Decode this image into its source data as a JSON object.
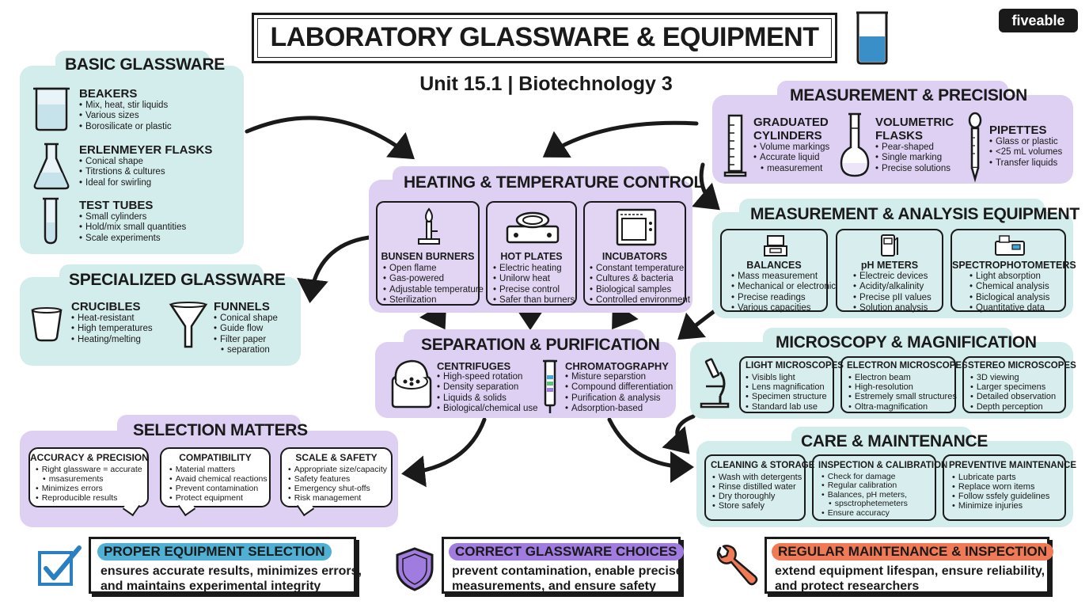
{
  "header": {
    "title": "LABORATORY GLASSWARE & EQUIPMENT",
    "subtitle": "Unit 15.1 | Biotechnology 3",
    "logo": "fiveable"
  },
  "basic": {
    "title": "BASIC GLASSWARE",
    "items": [
      {
        "title": "BEAKERS",
        "bullets": [
          "Mix, heat, stir liquids",
          "Various sizes",
          "Borosilicate or plastic"
        ],
        "icon": "beaker-icon"
      },
      {
        "title": "ERLENMEYER FLASKS",
        "bullets": [
          "Conical shape",
          "Titrstions & cultures",
          "Ideal for swirling"
        ],
        "icon": "flask-icon"
      },
      {
        "title": "TEST TUBES",
        "bullets": [
          "Small cylinders",
          "Hold/mix small quantities",
          "Scale experiments"
        ],
        "icon": "test-tube-icon"
      }
    ]
  },
  "specialized": {
    "title": "SPECIALIZED GLASSWARE",
    "items": [
      {
        "title": "CRUCIBLES",
        "bullets": [
          "Heat-resistant",
          "High temperatures",
          "Heating/melting"
        ]
      },
      {
        "title": "FUNNELS",
        "bullets": [
          "Conical shape",
          "Guide flow",
          "Filter paper",
          "separation"
        ]
      }
    ]
  },
  "heating": {
    "title": "HEATING & TEMPERATURE CONTROL",
    "items": [
      {
        "title": "BUNSEN BURNERS",
        "bullets": [
          "Open flame",
          "Gas-powered",
          "Adjustable temperature",
          "Sterilization"
        ]
      },
      {
        "title": "HOT PLATES",
        "bullets": [
          "Electric heating",
          "Unilorw heat",
          "Precise control",
          "Safer than burners"
        ]
      },
      {
        "title": "INCUBATORS",
        "bullets": [
          "Constant temperature",
          "Cultures & bacteria",
          "Biological samples",
          "Controlled environment"
        ]
      }
    ]
  },
  "separation": {
    "title": "SEPARATION & PURIFICATION",
    "items": [
      {
        "title": "CENTRIFUGES",
        "bullets": [
          "High-speed rotation",
          "Density separation",
          "Liquids & solids",
          "Biological/chemical use"
        ]
      },
      {
        "title": "CHROMATOGRAPHY",
        "bullets": [
          "Misture separstion",
          "Compound differentiation",
          "Purification & analysis",
          "Adsorption-based"
        ]
      }
    ]
  },
  "selection": {
    "title": "SELECTION MATTERS",
    "items": [
      {
        "title": "ACCURACY & PRECISION",
        "bullets": [
          "Right glassware = accurate",
          "msasurements",
          "Minimizes errors",
          "Reproducible results"
        ]
      },
      {
        "title": "COMPATIBILITY",
        "bullets": [
          "Material matters",
          "Avaid chemical reactions",
          "Prevent contamination",
          "Protect equipment"
        ]
      },
      {
        "title": "SCALE & SAFETY",
        "bullets": [
          "Appropriate size/capacity",
          "Safety features",
          "Emergency shut-offs",
          "Risk management"
        ]
      }
    ]
  },
  "measurement": {
    "title": "MEASUREMENT & PRECISION",
    "items": [
      {
        "title": [
          "GRADUATED",
          "CYLINDERS"
        ],
        "bullets": [
          "Volume markings",
          "Accurate liquid",
          "measurement"
        ]
      },
      {
        "title": [
          "VOLUMETRIC",
          "FLASKS"
        ],
        "bullets": [
          "Pear-shaped",
          "Single marking",
          "Precise solutions"
        ]
      },
      {
        "title": [
          "PIPETTES"
        ],
        "bullets": [
          "Glass or plastic",
          "<25 mL volumes",
          "Transfer liquids"
        ]
      }
    ]
  },
  "analysis": {
    "title": "MEASUREMENT & ANALYSIS EQUIPMENT",
    "items": [
      {
        "title": "BALANCES",
        "bullets": [
          "Mass measurement",
          "Mechanical or electronic",
          "Precise readings",
          "Various capacities"
        ]
      },
      {
        "title": "pH METERS",
        "bullets": [
          "Electreic devices",
          "Acidity/alkalinity",
          "Precise pII values",
          "Solution analysis"
        ]
      },
      {
        "title": "SPECTROPHOTOMETERS",
        "bullets": [
          "Light absorption",
          "Chemical analysis",
          "Biclogical analysis",
          "Quantitative data"
        ]
      }
    ]
  },
  "microscopy": {
    "title": "MICROSCOPY & MAGNIFICATION",
    "items": [
      {
        "title": "LIGHT MICROSCOPES",
        "bullets": [
          "Visibls light",
          "Lens magnification",
          "Specimen structure",
          "Standard lab use"
        ]
      },
      {
        "title": "ELECTRON MICROSCOPES",
        "bullets": [
          "Electron beam",
          "High-resolution",
          "Estremely small structures",
          "Oltra-magnification"
        ]
      },
      {
        "title": "STEREO MICROSCOPES",
        "bullets": [
          "3D viewing",
          "Larger specimens",
          "Detailed observation",
          "Depth perception"
        ]
      }
    ]
  },
  "care": {
    "title": "CARE & MAINTENANCE",
    "items": [
      {
        "title": "CLEANING & STORAGE",
        "bullets": [
          "Wash with detergents",
          "Rinse distilled water",
          "Dry thoroughly",
          "Store safely"
        ]
      },
      {
        "title": "INSPECTION & CALIBRATION",
        "bullets": [
          "Check for damage",
          "Regular calibration",
          "Balances, pH meters,",
          "spsctrophetemeters",
          "Ensure accuracy"
        ]
      },
      {
        "title": "PREVENTIVE MAINTENANCE",
        "bullets": [
          "Lubricate parts",
          "Replace worn items",
          "Follow ssfely guidelines",
          "Minimize injuries"
        ]
      }
    ]
  },
  "bottom": [
    {
      "heading": "PROPER EQUIPMENT SELECTION",
      "lines": [
        "ensures accurate results, minimizes errors,",
        "and maintains experimental integrity"
      ],
      "color": "#4fb0d4",
      "icon": "checkbox-icon"
    },
    {
      "heading": "CORRECT GLASSWARE CHOICES",
      "lines": [
        "prevent contamination, enable precise",
        "measurements, and ensure safety"
      ],
      "color": "#a07be0",
      "icon": "shield-icon"
    },
    {
      "heading": "REGULAR MAINTENANCE & INSPECTION",
      "lines": [
        "extend equipment lifespan, ensure reliability,",
        "and protect researchers"
      ],
      "color": "#f07a55",
      "icon": "wrench-icon"
    }
  ],
  "colors": {
    "teal": "#d3ecec",
    "lavender": "#ddd0f2",
    "water": "#3b8fc9"
  }
}
